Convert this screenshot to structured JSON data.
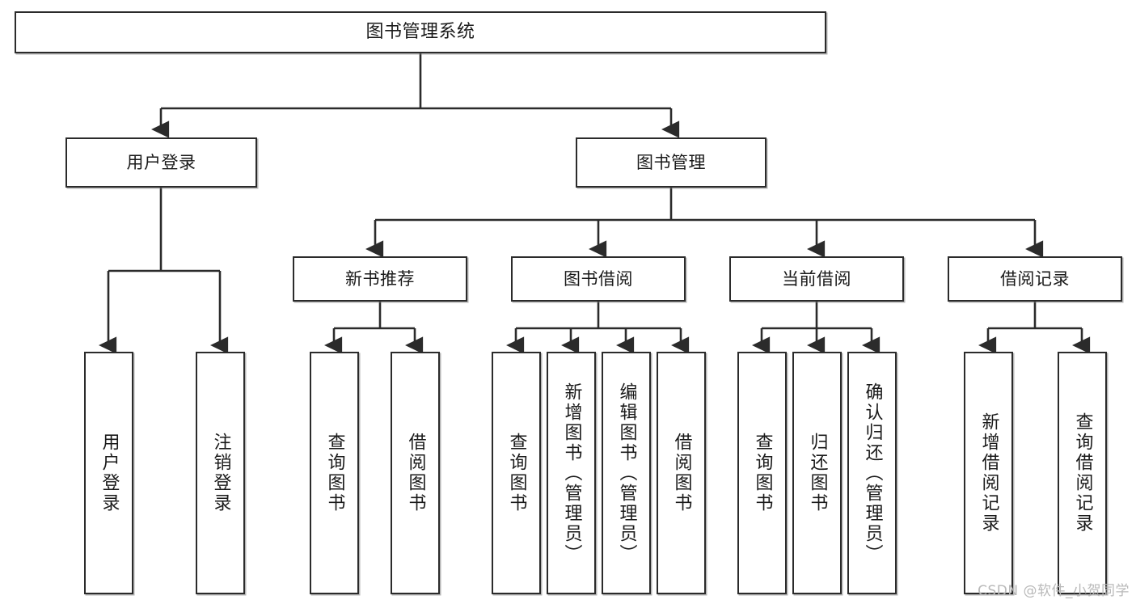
{
  "diagram": {
    "title": "图书管理系统",
    "watermark": "CSDN @软件_小贺同学",
    "type": "tree",
    "nodes": {
      "root": {
        "label": "图书管理系统"
      },
      "level2": [
        {
          "id": "user-login",
          "label": "用户登录"
        },
        {
          "id": "book-manage",
          "label": "图书管理"
        }
      ],
      "level3": [
        {
          "id": "new-book-recommend",
          "label": "新书推荐"
        },
        {
          "id": "book-borrow",
          "label": "图书借阅"
        },
        {
          "id": "current-borrow",
          "label": "当前借阅"
        },
        {
          "id": "borrow-record",
          "label": "借阅记录"
        }
      ],
      "leaves": {
        "user_login": [
          {
            "id": "leaf-user-login",
            "label": "用户登录"
          },
          {
            "id": "leaf-user-logout",
            "label": "注销登录"
          }
        ],
        "new_book_recommend": [
          {
            "id": "leaf-query-book-1",
            "label": "查询图书"
          },
          {
            "id": "leaf-borrow-book-1",
            "label": "借阅图书"
          }
        ],
        "book_borrow": [
          {
            "id": "leaf-query-book-2",
            "label": "查询图书"
          },
          {
            "id": "leaf-add-book",
            "label": "新增图书（管理员）"
          },
          {
            "id": "leaf-edit-book",
            "label": "编辑图书（管理员）"
          },
          {
            "id": "leaf-borrow-book-2",
            "label": "借阅图书"
          }
        ],
        "current_borrow": [
          {
            "id": "leaf-query-book-3",
            "label": "查询图书"
          },
          {
            "id": "leaf-return-book",
            "label": "归还图书"
          },
          {
            "id": "leaf-confirm-return",
            "label": "确认归还（管理员）"
          }
        ],
        "borrow_record": [
          {
            "id": "leaf-add-record",
            "label": "新增借阅记录"
          },
          {
            "id": "leaf-query-record",
            "label": "查询借阅记录"
          }
        ]
      }
    },
    "colors": {
      "stroke": "#2b2b2b",
      "fill": "#ffffff",
      "text": "#1a1a1a",
      "watermark": "#b9b9b9"
    }
  }
}
